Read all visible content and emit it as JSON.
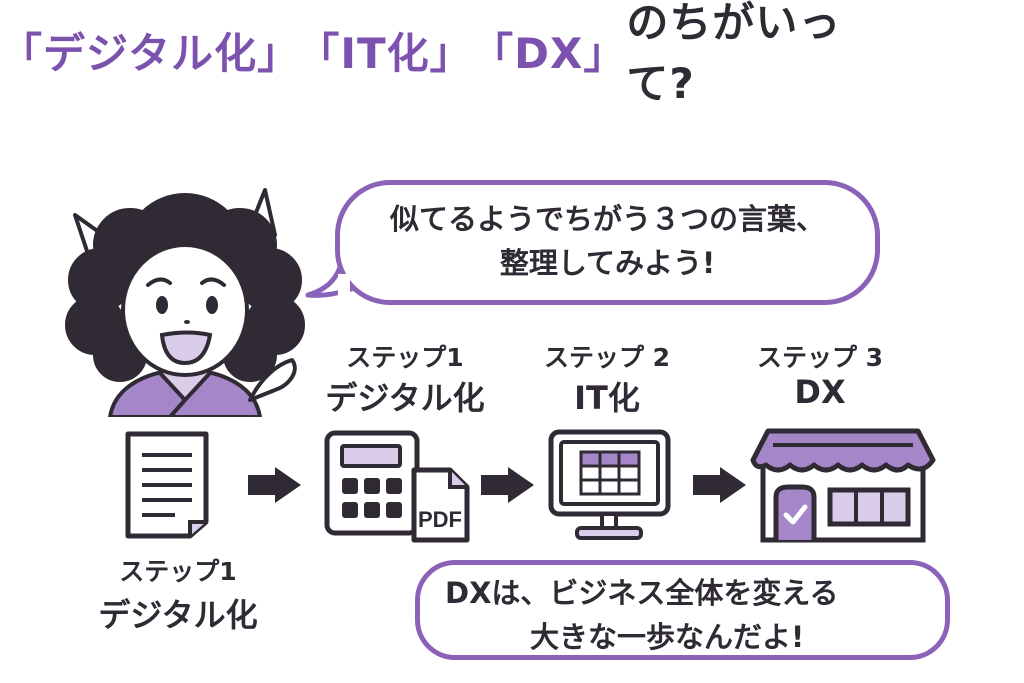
{
  "title": {
    "part1": "「デジタル化」",
    "part2": "「IT化」",
    "part3": "「DX」",
    "part4": "のちがいって?"
  },
  "speech_bubble": {
    "line1": "似てるようでちがう３つの言葉、",
    "line2": "整理してみよう!"
  },
  "steps": [
    {
      "step": "ステップ1",
      "name": "デジタル化",
      "icon": "calculator-pdf-icon"
    },
    {
      "step": "ステップ 2",
      "name": "IT化",
      "icon": "monitor-spreadsheet-icon"
    },
    {
      "step": "ステップ 3",
      "name": "DX",
      "icon": "storefront-icon"
    }
  ],
  "left_label": {
    "step": "ステップ1",
    "name": "デジタル化",
    "icon": "paper-document-icon"
  },
  "bottom_bubble": {
    "line1": "DXは、ビジネス全体を変える",
    "line2": "大きな一歩なんだよ!"
  },
  "pdf_label": "PDF",
  "colors": {
    "accent": "#8a63b8",
    "fill": "#a586c9",
    "light": "#d9cde9",
    "ink": "#2f2a33"
  }
}
